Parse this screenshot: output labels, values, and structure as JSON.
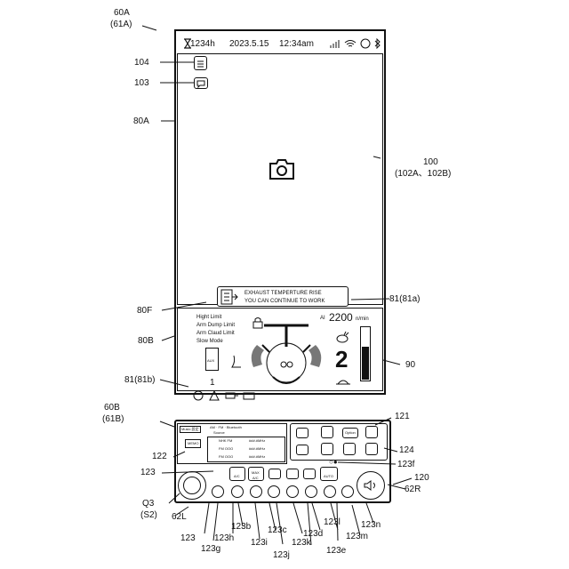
{
  "l": {
    "sa": "60A",
    "sb": "(61A)",
    "r104": "104",
    "r103": "103",
    "r80a": "80A",
    "r100": "100",
    "r100b": "(102A、102B)",
    "r80f": "80F",
    "r81a": "81(81a)",
    "r80b": "80B",
    "r90": "90",
    "r81b": "81(81b)",
    "sb1": "60B",
    "sb2": "(61B)",
    "r121": "121",
    "r122": "122",
    "r124": "124",
    "r123f": "123f",
    "r120": "120",
    "r123a": "123",
    "q3": "Q3",
    "s2": "(S2)",
    "r62r": "62R",
    "r62l": "62L",
    "r123b": "123",
    "r123g": "123g",
    "r123h": "123h",
    "r123bb": "123b",
    "r123i": "123i",
    "r123c": "123c",
    "r123j": "123j",
    "r123k": "123k",
    "r123d": "123d",
    "r123l": "123l",
    "r123e": "123e",
    "r123m": "123m",
    "r123n": "123n"
  },
  "st": {
    "hours": "1234h",
    "date": "2023.5.15",
    "time": "12:34am"
  },
  "ban": {
    "l1": "EXHAUST TEMPERTURE RISE",
    "l2": "YOU CAN CONTINUE TO WORK"
  },
  "lim": [
    "Hight Limit",
    "Arm Dump Limit",
    "Arm Claud Limit",
    "Slow Mode"
  ],
  "ai": "AI",
  "rpm": "2200",
  "rpmu": "n/min",
  "gear": "2",
  "aux": "AUX",
  "one": "1",
  "rd": {
    "src": "Music 設定",
    "mode": "AM · FM · Bluetooth",
    "sub": "Source",
    "mem": "MEMO",
    "st": [
      {
        "n": "NHK FM",
        "f": "###.#MHz"
      },
      {
        "n": "FM OOO",
        "f": "###.#MHz"
      },
      {
        "n": "FM OOO",
        "f": "###.#MHz"
      }
    ],
    "ac": "A/C",
    "mx1": "MAX",
    "mx2": "A/C",
    "auto": "AUTO",
    "op": "Option"
  },
  "colors": {
    "line": "#111111"
  },
  "icons": [
    "hourglass-icon",
    "signal-icon",
    "wifi-icon",
    "person-icon",
    "bluetooth-icon",
    "menu-icon",
    "message-icon",
    "camera-icon",
    "filter-icon",
    "lock-icon",
    "excavator-icon",
    "rabbit-icon",
    "turtle-icon",
    "warning-icon",
    "engine-icon",
    "battery-icon"
  ]
}
